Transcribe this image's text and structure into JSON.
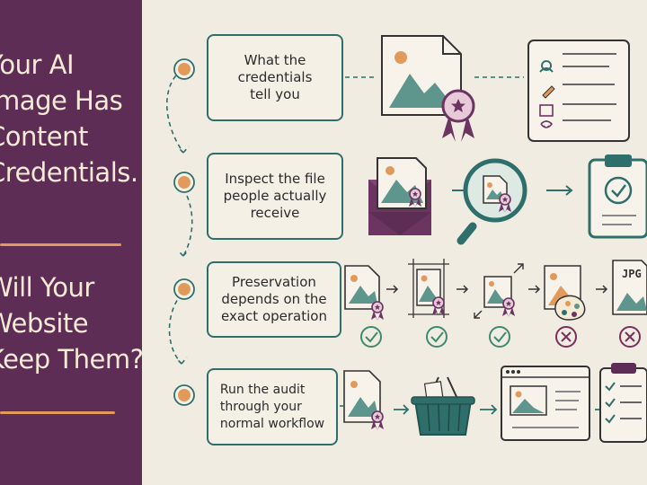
{
  "headline": {
    "part1": [
      "Your AI",
      "Image Has",
      "Content",
      "Credentials."
    ],
    "part2": [
      "Will Your",
      "Website",
      "Keep Them?"
    ]
  },
  "steps": [
    {
      "lines": [
        "What the",
        "credentials",
        "tell you"
      ]
    },
    {
      "lines": [
        "Inspect the file",
        "people actually",
        "receive"
      ]
    },
    {
      "lines": [
        "Preservation",
        "depends on the",
        "exact operation"
      ]
    },
    {
      "lines": [
        "Run the audit",
        "through your",
        "normal workflow"
      ]
    }
  ],
  "operation_results": [
    "check",
    "check",
    "check",
    "cross",
    "cross"
  ],
  "format_label": "JPG",
  "colors": {
    "panel": "#5e2d55",
    "teal": "#2f6f6b",
    "orange": "#e19a5c",
    "plum": "#6b3461",
    "check": "#3f8a6e",
    "cross": "#7a2f5a",
    "background": "#f1ece1"
  },
  "icons": [
    "image-file-icon",
    "credential-badge-icon",
    "metadata-card-icon",
    "envelope-icon",
    "magnifier-icon",
    "clipboard-check-icon",
    "crop-icon",
    "resize-icon",
    "palette-icon",
    "shopping-basket-icon",
    "website-window-icon",
    "checklist-icon"
  ]
}
